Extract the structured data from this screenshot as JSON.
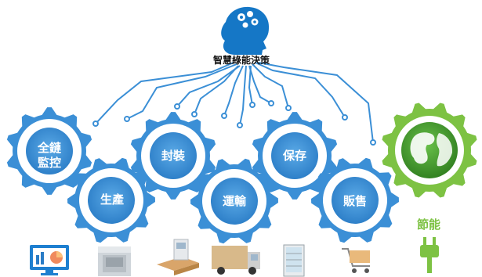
{
  "header": {
    "title": "智慧綠能決策"
  },
  "gears": [
    {
      "id": "chain",
      "lines": [
        "全鏈",
        "監控"
      ]
    },
    {
      "id": "production",
      "lines": [
        "生產"
      ]
    },
    {
      "id": "packaging",
      "lines": [
        "封裝"
      ]
    },
    {
      "id": "transport",
      "lines": [
        "運輸"
      ]
    },
    {
      "id": "storage",
      "lines": [
        "保存"
      ]
    },
    {
      "id": "sales",
      "lines": [
        "販售"
      ]
    }
  ],
  "energy": {
    "label": "節能"
  },
  "colors": {
    "gear_blue": "#3b8fd6",
    "gear_blue_light": "#5aa9e6",
    "circuit_blue": "#3b8fd6",
    "head_blue": "#1577c6",
    "green": "#7dc243",
    "earth_dark_green": "#2f7d1f"
  },
  "icons": [
    "monitor-chart-icon",
    "machine-icon",
    "packaging-machine-icon",
    "truck-icon",
    "refrigerator-icon",
    "shopping-cart-icon",
    "plug-icon"
  ]
}
